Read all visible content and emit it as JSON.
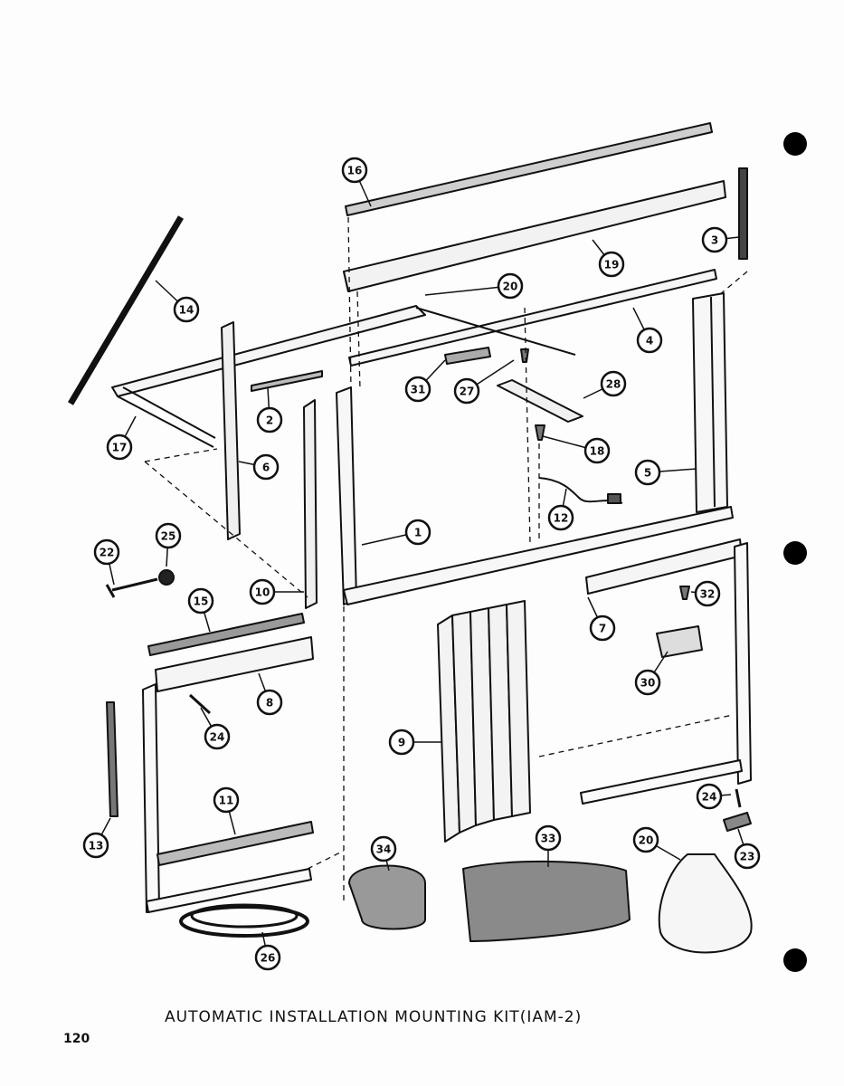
{
  "title": "AUTOMATIC INSTALLATION MOUNTING KIT(IAM-2)",
  "page_number": "120",
  "callouts": [
    {
      "id": "c1",
      "label": "1"
    },
    {
      "id": "c2",
      "label": "2"
    },
    {
      "id": "c3",
      "label": "3"
    },
    {
      "id": "c4",
      "label": "4"
    },
    {
      "id": "c5",
      "label": "5"
    },
    {
      "id": "c6",
      "label": "6"
    },
    {
      "id": "c7",
      "label": "7"
    },
    {
      "id": "c8",
      "label": "8"
    },
    {
      "id": "c9",
      "label": "9"
    },
    {
      "id": "c10",
      "label": "10"
    },
    {
      "id": "c11",
      "label": "11"
    },
    {
      "id": "c12",
      "label": "12"
    },
    {
      "id": "c13",
      "label": "13"
    },
    {
      "id": "c14",
      "label": "14"
    },
    {
      "id": "c15",
      "label": "15"
    },
    {
      "id": "c16",
      "label": "16"
    },
    {
      "id": "c17",
      "label": "17"
    },
    {
      "id": "c18",
      "label": "18"
    },
    {
      "id": "c19",
      "label": "19"
    },
    {
      "id": "c20",
      "label": "20"
    },
    {
      "id": "c21",
      "label": "20"
    },
    {
      "id": "c22",
      "label": "22"
    },
    {
      "id": "c23",
      "label": "23"
    },
    {
      "id": "c24a",
      "label": "24"
    },
    {
      "id": "c24b",
      "label": "24"
    },
    {
      "id": "c25",
      "label": "25"
    },
    {
      "id": "c26",
      "label": "26"
    },
    {
      "id": "c27",
      "label": "27"
    },
    {
      "id": "c28",
      "label": "28"
    },
    {
      "id": "c30",
      "label": "30"
    },
    {
      "id": "c31",
      "label": "31"
    },
    {
      "id": "c32",
      "label": "32"
    },
    {
      "id": "c33",
      "label": "33"
    },
    {
      "id": "c34",
      "label": "34"
    }
  ]
}
